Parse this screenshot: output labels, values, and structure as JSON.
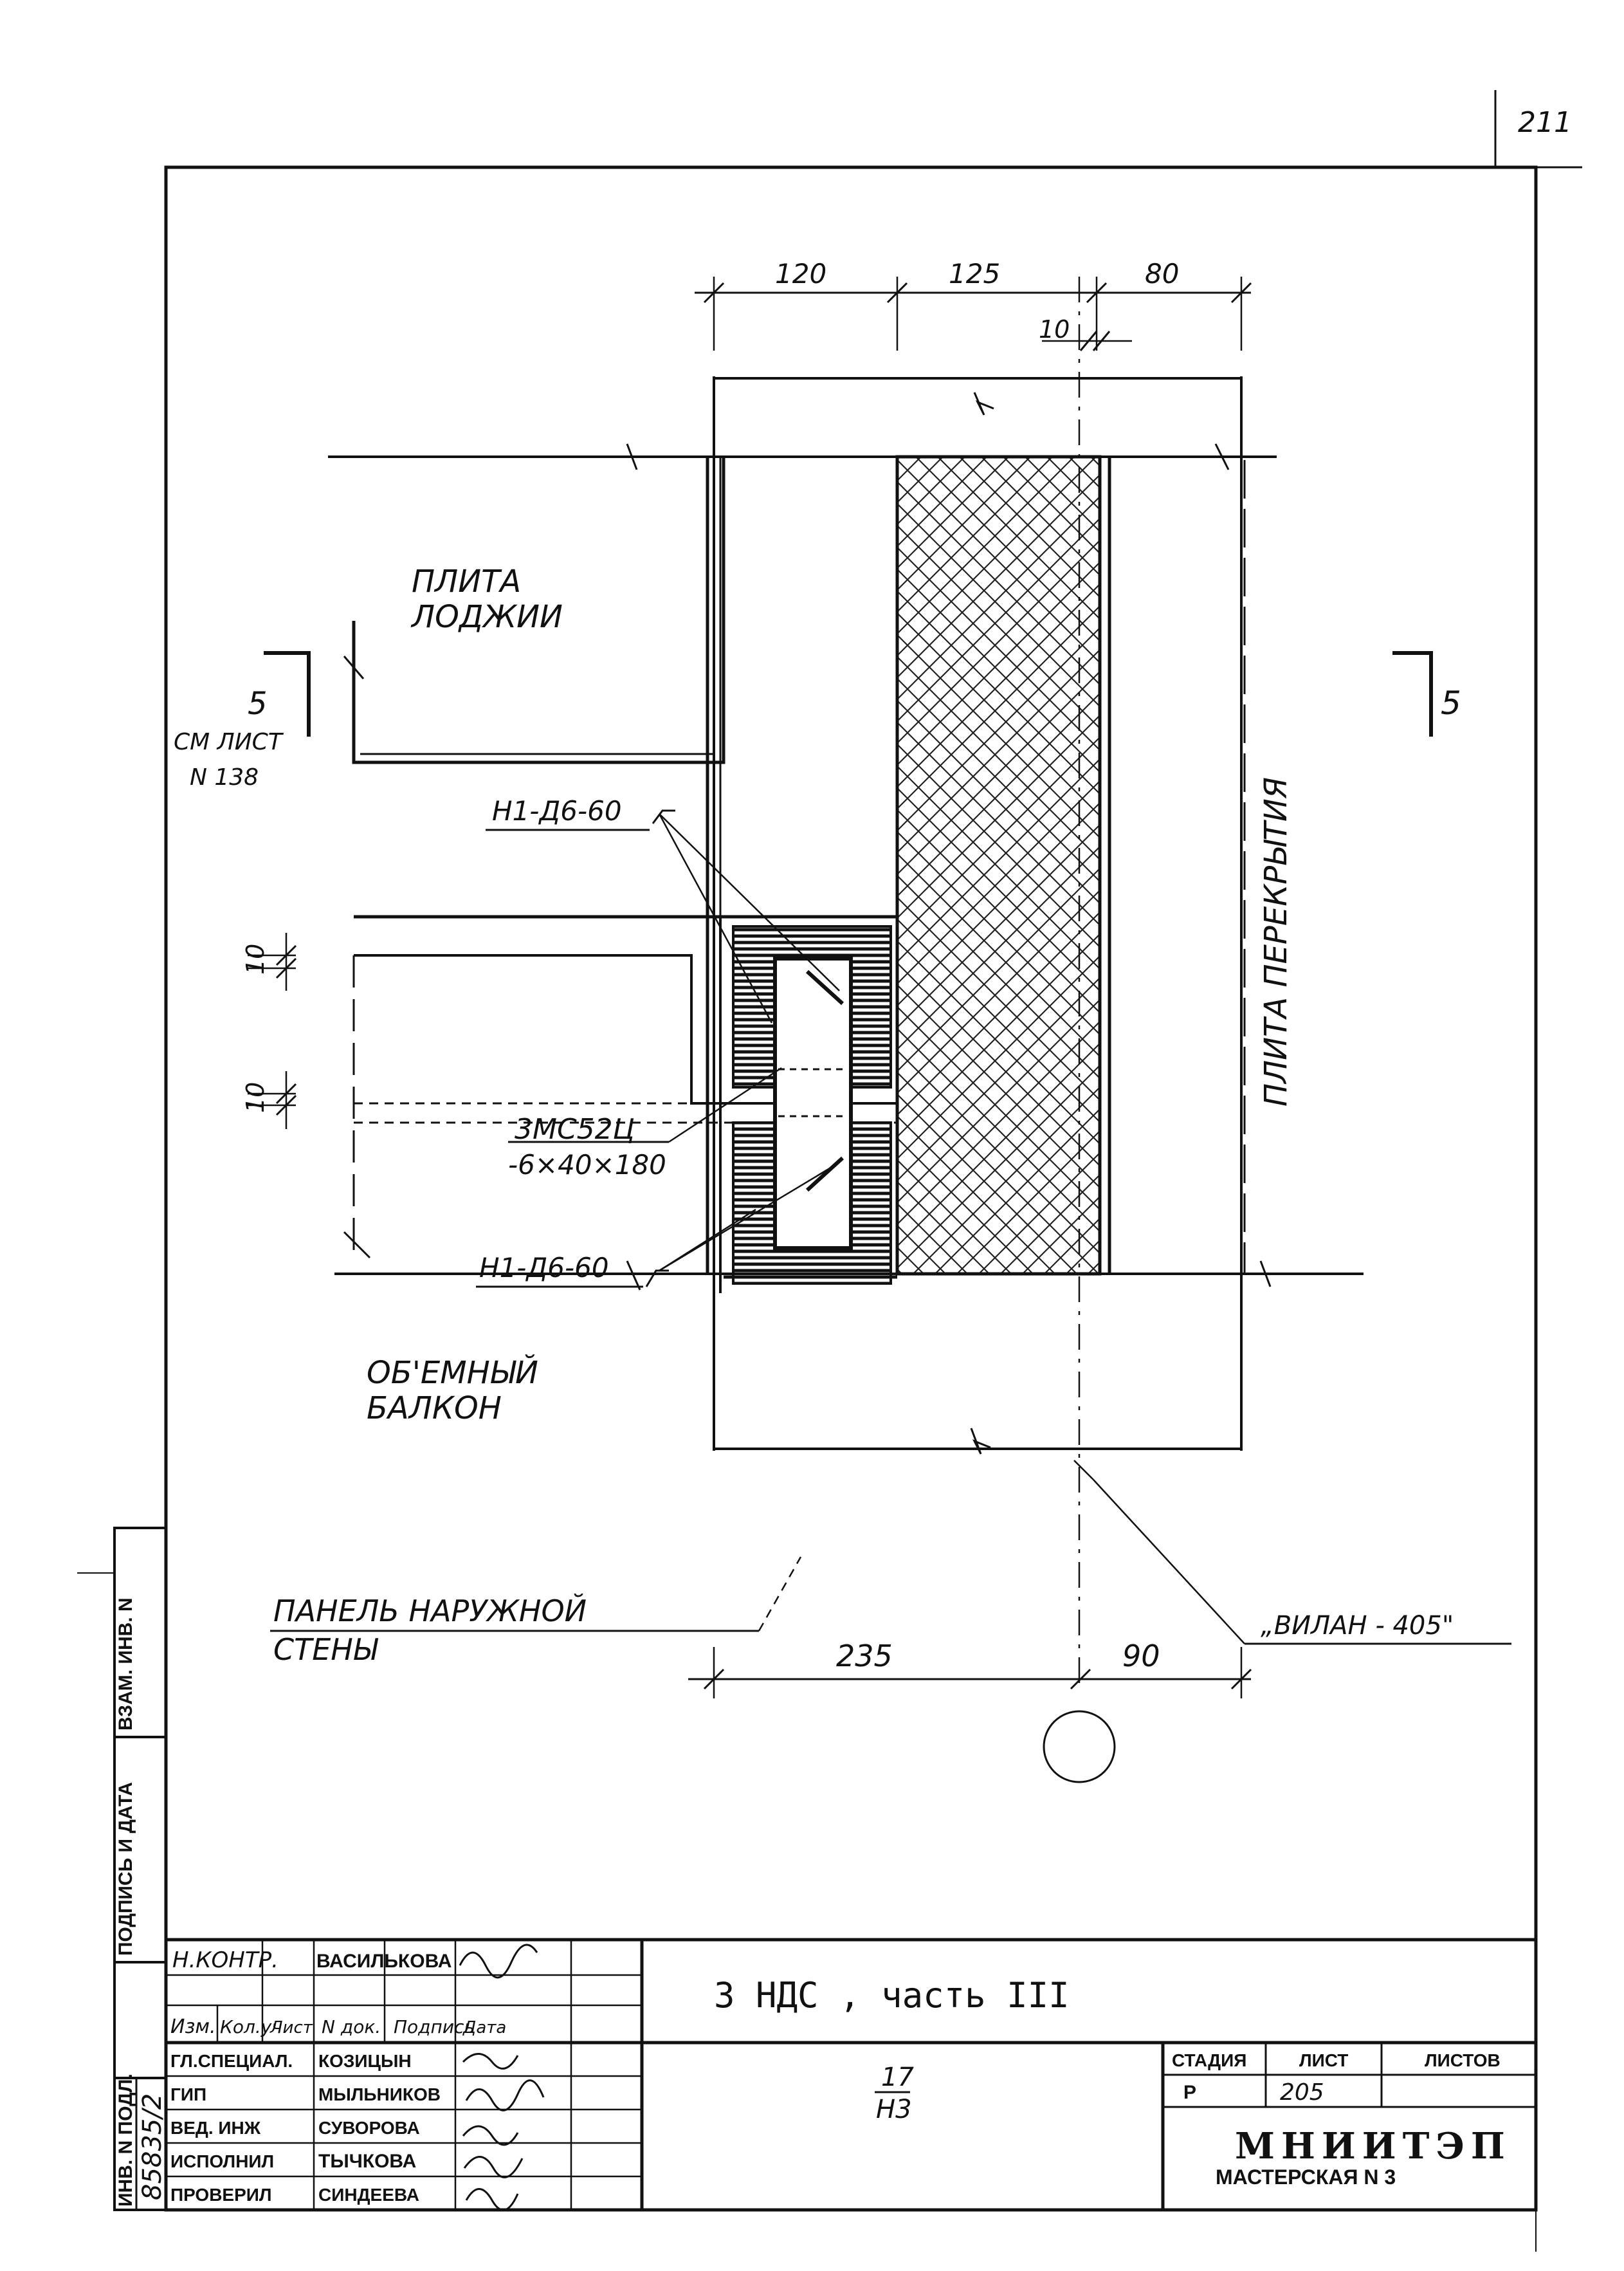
{
  "page_number": "211",
  "dimensions": {
    "top": [
      "120",
      "125",
      "80"
    ],
    "top_small": "10",
    "left_upper": "10",
    "left_lower": "10",
    "bottom": [
      "235",
      "90"
    ]
  },
  "labels": {
    "loggia_slab_line1": "ПЛИТА",
    "loggia_slab_line2": "ЛОДЖИИ",
    "floor_slab": "ПЛИТА ПЕРЕКРЫТИЯ",
    "section_mark": "5",
    "section_mark_right": "5",
    "section_ref_line1": "СМ ЛИСТ",
    "section_ref_line2": "N 138",
    "embed_top": "Н1-Д6-60",
    "embed_bottom": "Н1-Д6-60",
    "plate_line1": "3МС52Ц",
    "plate_line2": "-6×40×180",
    "balcony_line1": "ОБ'ЕМНЫЙ",
    "balcony_line2": "БАЛКОН",
    "panel_line1": "ПАНЕЛЬ НАРУЖНОЙ",
    "panel_line2": "СТЕНЫ",
    "sealant": "„ВИЛАН - 405\""
  },
  "side_stamp": [
    "ИНВ. N ПОДЛ.",
    "ПОДПИСЬ И ДАТА",
    "ВЗАМ. ИНВ. N"
  ],
  "side_stamp_value": "85835/2",
  "title_block": {
    "n_kontr_label": "Н.КОНТР.",
    "n_kontr_name": "ВАСИЛЬКОВА",
    "header": [
      "Изм.",
      "Кол.уч",
      "Лист",
      "N док.",
      "Подпись",
      "Дата"
    ],
    "roles": [
      {
        "role": "ГЛ.СПЕЦИАЛ.",
        "name": "КОЗИЦЫН"
      },
      {
        "role": "ГИП",
        "name": "МЫЛЬНИКОВ"
      },
      {
        "role": "ВЕД. ИНЖ",
        "name": "СУВОРОВА"
      },
      {
        "role": "ИСПОЛНИЛ",
        "name": "ТЫЧКОВА"
      },
      {
        "role": "ПРОВЕРИЛ",
        "name": "СИНДЕЕВА"
      }
    ],
    "project": "3 НДС , часть III",
    "node_top": "17",
    "node_bottom": "Н3",
    "stage_label": "СТАДИЯ",
    "sheet_label": "ЛИСТ",
    "sheets_label": "ЛИСТОВ",
    "stage": "Р",
    "sheet": "205",
    "org": "МНИИТЭП",
    "org_sub": "МАСТЕРСКАЯ N 3"
  }
}
